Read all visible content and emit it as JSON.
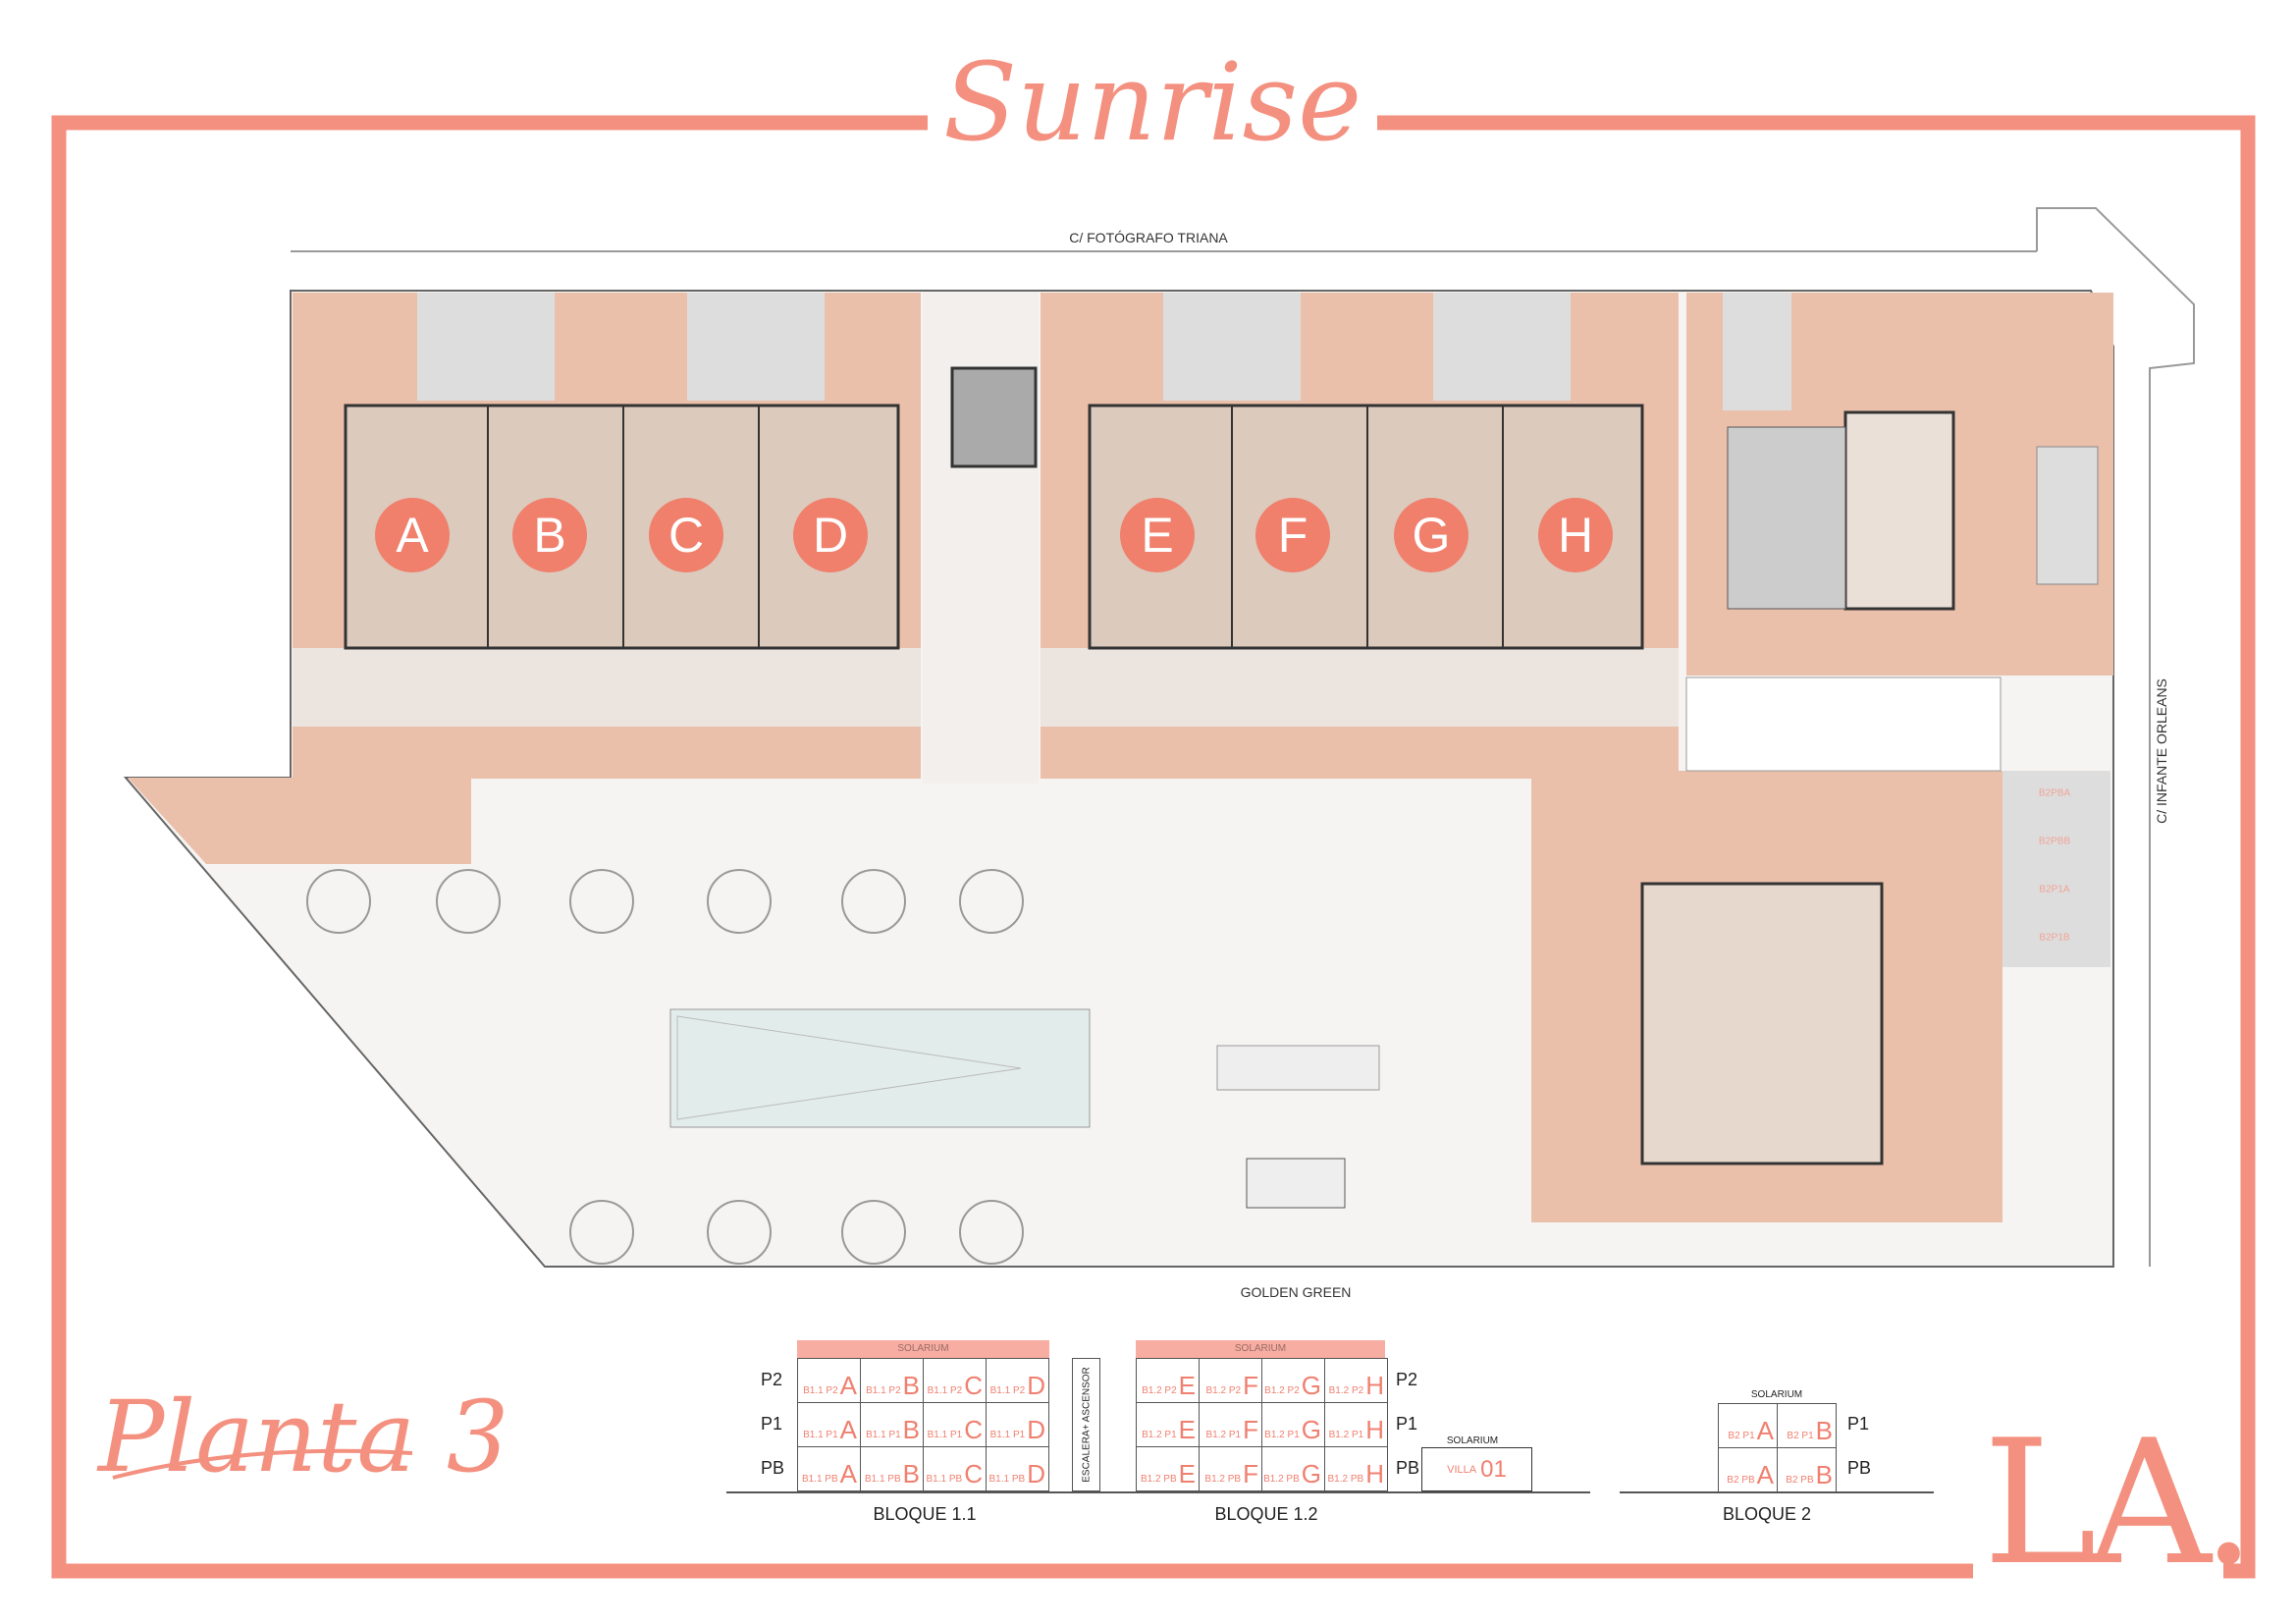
{
  "title": "Sunrise",
  "subtitle": "Planta 3",
  "logo": "LA.",
  "streets": {
    "top": "C/ FOTÓGRAFO TRIANA",
    "right": "C/ INFANTE ORLEANS",
    "bottom": "GOLDEN GREEN"
  },
  "units_plan": [
    "A",
    "B",
    "C",
    "D",
    "E",
    "F",
    "G",
    "H"
  ],
  "parking_labels": [
    "B2PBA",
    "B2PBB",
    "B2P1A",
    "B2P1B"
  ],
  "colors": {
    "accent": "#f4907f",
    "garden": "#ebc0ab",
    "building": "#dccabd",
    "unit_circle": "#f07f6c"
  },
  "legend": {
    "solarium": "SOLARIUM",
    "stair": "ESCALERA+ ASCENSOR",
    "levels": [
      "P2",
      "P1",
      "PB"
    ],
    "bloque_1_1": {
      "name": "BLOQUE 1.1",
      "rows": [
        [
          {
            "code": "B1.1 P2",
            "letter": "A"
          },
          {
            "code": "B1.1 P2",
            "letter": "B"
          },
          {
            "code": "B1.1 P2",
            "letter": "C"
          },
          {
            "code": "B1.1 P2",
            "letter": "D"
          }
        ],
        [
          {
            "code": "B1.1 P1",
            "letter": "A"
          },
          {
            "code": "B1.1 P1",
            "letter": "B"
          },
          {
            "code": "B1.1 P1",
            "letter": "C"
          },
          {
            "code": "B1.1 P1",
            "letter": "D"
          }
        ],
        [
          {
            "code": "B1.1 PB",
            "letter": "A"
          },
          {
            "code": "B1.1 PB",
            "letter": "B"
          },
          {
            "code": "B1.1 PB",
            "letter": "C"
          },
          {
            "code": "B1.1 PB",
            "letter": "D"
          }
        ]
      ]
    },
    "bloque_1_2": {
      "name": "BLOQUE 1.2",
      "rows": [
        [
          {
            "code": "B1.2 P2",
            "letter": "E"
          },
          {
            "code": "B1.2 P2",
            "letter": "F"
          },
          {
            "code": "B1.2 P2",
            "letter": "G"
          },
          {
            "code": "B1.2 P2",
            "letter": "H"
          }
        ],
        [
          {
            "code": "B1.2 P1",
            "letter": "E"
          },
          {
            "code": "B1.2 P1",
            "letter": "F"
          },
          {
            "code": "B1.2 P1",
            "letter": "G"
          },
          {
            "code": "B1.2 P1",
            "letter": "H"
          }
        ],
        [
          {
            "code": "B1.2 PB",
            "letter": "E"
          },
          {
            "code": "B1.2 PB",
            "letter": "F"
          },
          {
            "code": "B1.2 PB",
            "letter": "G"
          },
          {
            "code": "B1.2 PB",
            "letter": "H"
          }
        ]
      ]
    },
    "villa": {
      "solarium": "SOLARIUM",
      "code": "VILLA",
      "number": "01"
    },
    "bloque_2": {
      "name": "BLOQUE 2",
      "solarium": "SOLARIUM",
      "levels": [
        "P1",
        "PB"
      ],
      "rows": [
        [
          {
            "code": "B2 P1",
            "letter": "A"
          },
          {
            "code": "B2 P1",
            "letter": "B"
          }
        ],
        [
          {
            "code": "B2 PB",
            "letter": "A"
          },
          {
            "code": "B2 PB",
            "letter": "B"
          }
        ]
      ]
    }
  }
}
